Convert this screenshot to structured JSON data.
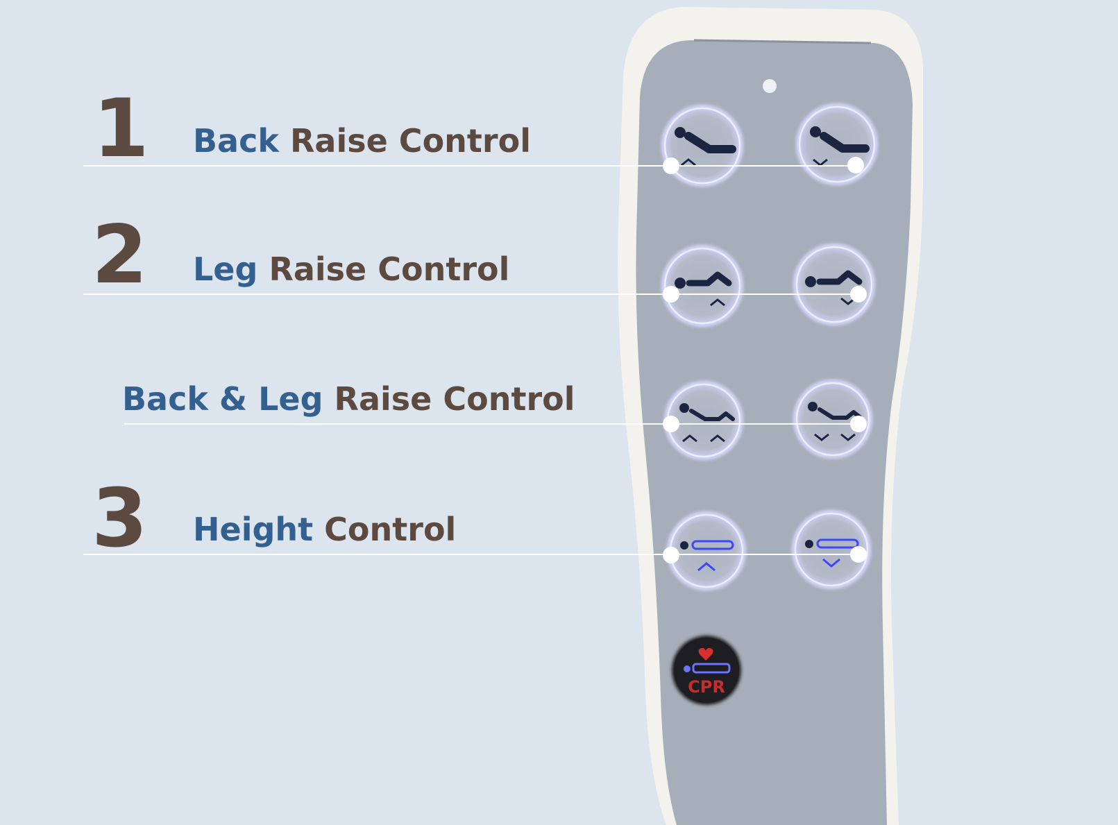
{
  "colors": {
    "background": "#dce4ee",
    "number_text": "#5c4a41",
    "highlight_text": "#34608f",
    "remote_shell": "#f3f2ec",
    "remote_face": "#a6aeb9",
    "button_glow": "#cfd3ff",
    "button_icon": "#1b2440",
    "height_icon": "#3c46ff",
    "cpr_button": "#202020",
    "cpr_text": "#c82c2c",
    "leader_line": "#ffffff"
  },
  "sections": [
    {
      "number": "1",
      "highlight": "Back",
      "rest": " Raise Control"
    },
    {
      "number": "2",
      "highlight": "Leg",
      "rest": " Raise Control"
    },
    {
      "number": "",
      "highlight": "Back & Leg",
      "rest": " Raise Control"
    },
    {
      "number": "3",
      "highlight": "Height",
      "rest": " Control"
    }
  ],
  "remote": {
    "cpr_label": "CPR",
    "buttons": [
      {
        "icon": "back-raise-up-icon"
      },
      {
        "icon": "back-raise-down-icon"
      },
      {
        "icon": "leg-raise-up-icon"
      },
      {
        "icon": "leg-raise-down-icon"
      },
      {
        "icon": "back-leg-raise-up-icon"
      },
      {
        "icon": "back-leg-raise-down-icon"
      },
      {
        "icon": "height-up-icon"
      },
      {
        "icon": "height-down-icon"
      },
      {
        "icon": "cpr-icon"
      }
    ]
  }
}
